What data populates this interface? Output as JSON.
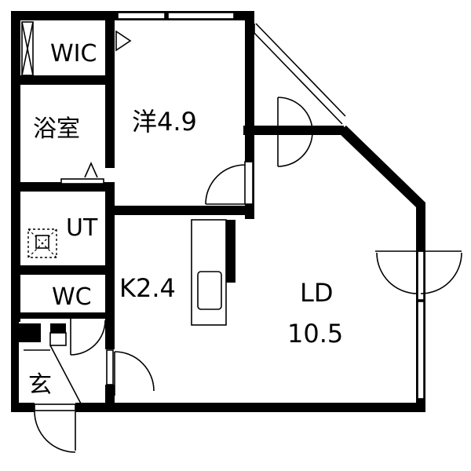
{
  "rooms": {
    "wic": "WIC",
    "bath": "浴室",
    "western": "洋4.9",
    "ut": "UT",
    "wc": "WC",
    "kitchen": "K2.4",
    "ld_name": "LD",
    "ld_size": "10.5",
    "entrance": "玄"
  },
  "colors": {
    "line": "#000000",
    "background": "#ffffff"
  }
}
